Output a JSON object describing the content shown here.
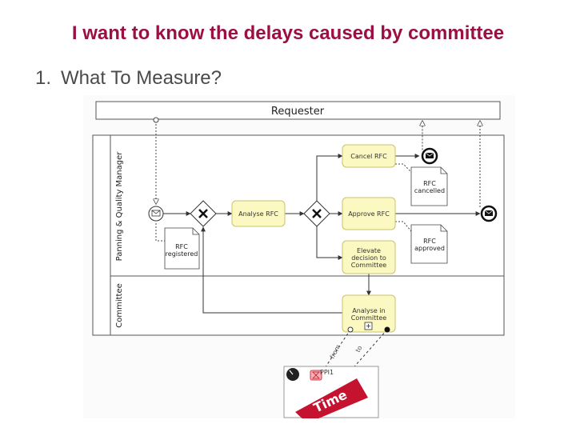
{
  "slide": {
    "title": "I want to know the delays caused by committee",
    "point_number": "1.",
    "point_text": "What To Measure?"
  },
  "diagram": {
    "pool_requester": "Requester",
    "lanes": {
      "planning": "Panning & Quality Manager",
      "committee": "Committee"
    },
    "tasks": {
      "cancel_rfc": "Cancel RFC",
      "analyse_rfc": "Analyse RFC",
      "approve_rfc": "Approve RFC",
      "elevate": [
        "Elevate",
        "decision to",
        "Committee"
      ],
      "analyse_committee": [
        "Analyse in",
        "Committee"
      ]
    },
    "documents": {
      "rfc_registered": [
        "RFC",
        "registered"
      ],
      "rfc_cancelled": [
        "RFC",
        "cancelled"
      ],
      "rfc_approved": [
        "RFC",
        "approved"
      ]
    },
    "link_labels": {
      "from": "from",
      "to": "to"
    },
    "ppi": {
      "label": "PPI1",
      "time_text": "Time"
    },
    "colors": {
      "task_fill": "#fcf8c2",
      "task_stroke": "#c9c36a",
      "title_color": "#9b0f43",
      "time_color": "#c4122f"
    }
  }
}
